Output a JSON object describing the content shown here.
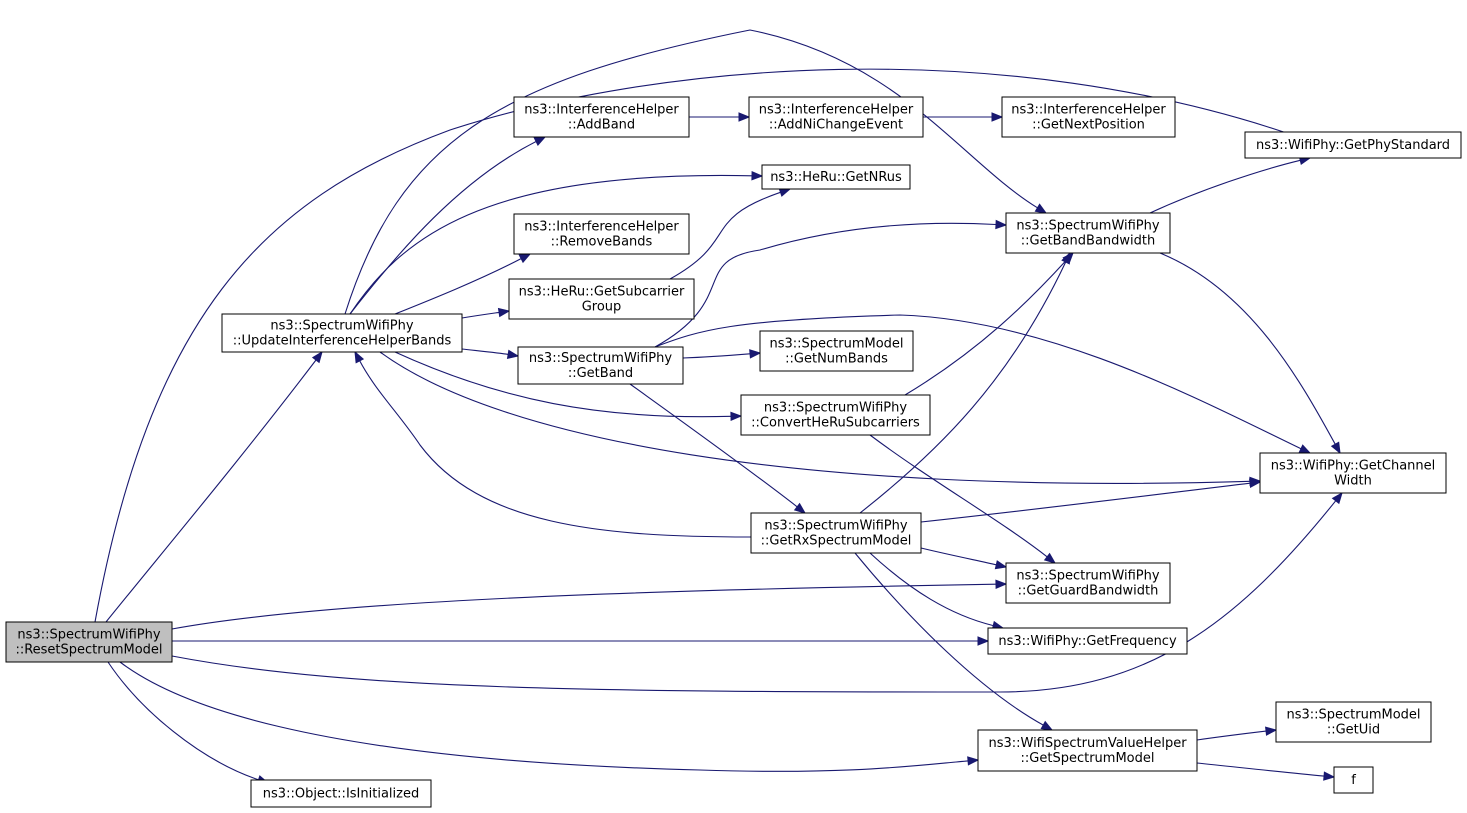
{
  "colors": {
    "edge": "#191970",
    "root_fill": "#bfbfbf",
    "node_fill": "#ffffff",
    "border": "#000000"
  },
  "nodes": [
    {
      "id": "reset",
      "lines": [
        "ns3::SpectrumWifiPhy",
        "::ResetSpectrumModel"
      ],
      "root": true
    },
    {
      "id": "update",
      "lines": [
        "ns3::SpectrumWifiPhy",
        "::UpdateInterferenceHelperBands"
      ]
    },
    {
      "id": "addband",
      "lines": [
        "ns3::InterferenceHelper",
        "::AddBand"
      ]
    },
    {
      "id": "addni",
      "lines": [
        "ns3::InterferenceHelper",
        "::AddNiChangeEvent"
      ]
    },
    {
      "id": "getnextpos",
      "lines": [
        "ns3::InterferenceHelper",
        "::GetNextPosition"
      ]
    },
    {
      "id": "getnrus",
      "lines": [
        "ns3::HeRu::GetNRus"
      ]
    },
    {
      "id": "getphystd",
      "lines": [
        "ns3::WifiPhy::GetPhyStandard"
      ]
    },
    {
      "id": "removebands",
      "lines": [
        "ns3::InterferenceHelper",
        "::RemoveBands"
      ]
    },
    {
      "id": "getbandbw",
      "lines": [
        "ns3::SpectrumWifiPhy",
        "::GetBandBandwidth"
      ]
    },
    {
      "id": "getsubgroup",
      "lines": [
        "ns3::HeRu::GetSubcarrier",
        "Group"
      ]
    },
    {
      "id": "getband",
      "lines": [
        "ns3::SpectrumWifiPhy",
        "::GetBand"
      ]
    },
    {
      "id": "getnumbands",
      "lines": [
        "ns3::SpectrumModel",
        "::GetNumBands"
      ]
    },
    {
      "id": "convert",
      "lines": [
        "ns3::SpectrumWifiPhy",
        "::ConvertHeRuSubcarriers"
      ]
    },
    {
      "id": "getchanwidth",
      "lines": [
        "ns3::WifiPhy::GetChannel",
        "Width"
      ]
    },
    {
      "id": "getrxmodel",
      "lines": [
        "ns3::SpectrumWifiPhy",
        "::GetRxSpectrumModel"
      ]
    },
    {
      "id": "getguard",
      "lines": [
        "ns3::SpectrumWifiPhy",
        "::GetGuardBandwidth"
      ]
    },
    {
      "id": "getfreq",
      "lines": [
        "ns3::WifiPhy::GetFrequency"
      ]
    },
    {
      "id": "getspecmodel",
      "lines": [
        "ns3::WifiSpectrumValueHelper",
        "::GetSpectrumModel"
      ]
    },
    {
      "id": "getuid",
      "lines": [
        "ns3::SpectrumModel",
        "::GetUid"
      ]
    },
    {
      "id": "f",
      "lines": [
        "f"
      ]
    },
    {
      "id": "isinit",
      "lines": [
        "ns3::Object::IsInitialized"
      ]
    }
  ],
  "edges": [
    {
      "from": "reset",
      "to": "update"
    },
    {
      "from": "reset",
      "to": "getphystd"
    },
    {
      "from": "reset",
      "to": "getguard"
    },
    {
      "from": "reset",
      "to": "getfreq"
    },
    {
      "from": "reset",
      "to": "getchanwidth"
    },
    {
      "from": "reset",
      "to": "getspecmodel"
    },
    {
      "from": "reset",
      "to": "isinit"
    },
    {
      "from": "update",
      "to": "addband"
    },
    {
      "from": "update",
      "to": "getnrus"
    },
    {
      "from": "update",
      "to": "removebands"
    },
    {
      "from": "update",
      "to": "getsubgroup"
    },
    {
      "from": "update",
      "to": "getband"
    },
    {
      "from": "update",
      "to": "getbandbw"
    },
    {
      "from": "update",
      "to": "convert"
    },
    {
      "from": "update",
      "to": "getchanwidth"
    },
    {
      "from": "addband",
      "to": "addni"
    },
    {
      "from": "addni",
      "to": "getnextpos"
    },
    {
      "from": "getsubgroup",
      "to": "getnrus"
    },
    {
      "from": "getband",
      "to": "getbandbw"
    },
    {
      "from": "getband",
      "to": "getnumbands"
    },
    {
      "from": "getband",
      "to": "getchanwidth"
    },
    {
      "from": "getband",
      "to": "getrxmodel"
    },
    {
      "from": "convert",
      "to": "getbandbw"
    },
    {
      "from": "convert",
      "to": "getguard"
    },
    {
      "from": "getbandbw",
      "to": "getphystd"
    },
    {
      "from": "getbandbw",
      "to": "getchanwidth"
    },
    {
      "from": "getrxmodel",
      "to": "update"
    },
    {
      "from": "getrxmodel",
      "to": "getbandbw"
    },
    {
      "from": "getrxmodel",
      "to": "getchanwidth"
    },
    {
      "from": "getrxmodel",
      "to": "getguard"
    },
    {
      "from": "getrxmodel",
      "to": "getfreq"
    },
    {
      "from": "getrxmodel",
      "to": "getspecmodel"
    },
    {
      "from": "getspecmodel",
      "to": "getuid"
    },
    {
      "from": "getspecmodel",
      "to": "f"
    }
  ]
}
